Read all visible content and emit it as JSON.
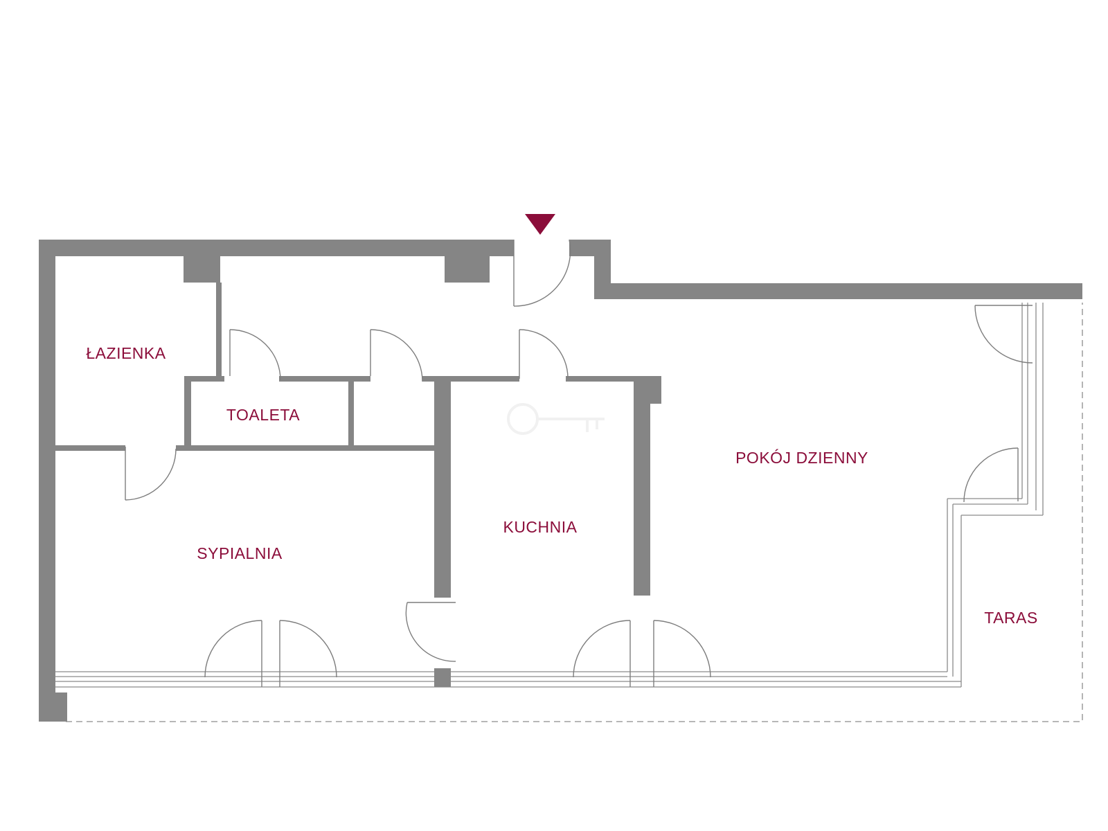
{
  "colors": {
    "accent": "#8b0d3a",
    "wall": "#858585",
    "line": "#8a8a8a",
    "background": "#ffffff"
  },
  "entrance_marker": {
    "icon": "entrance-triangle-icon"
  },
  "watermark": {
    "icon": "key-icon"
  },
  "rooms": {
    "lazienka": "ŁAZIENKA",
    "toaleta": "TOALETA",
    "kuchnia": "KUCHNIA",
    "sypialnia": "SYPIALNIA",
    "pokoj_dzienny": "POKÓJ DZIENNY",
    "taras": "TARAS"
  }
}
